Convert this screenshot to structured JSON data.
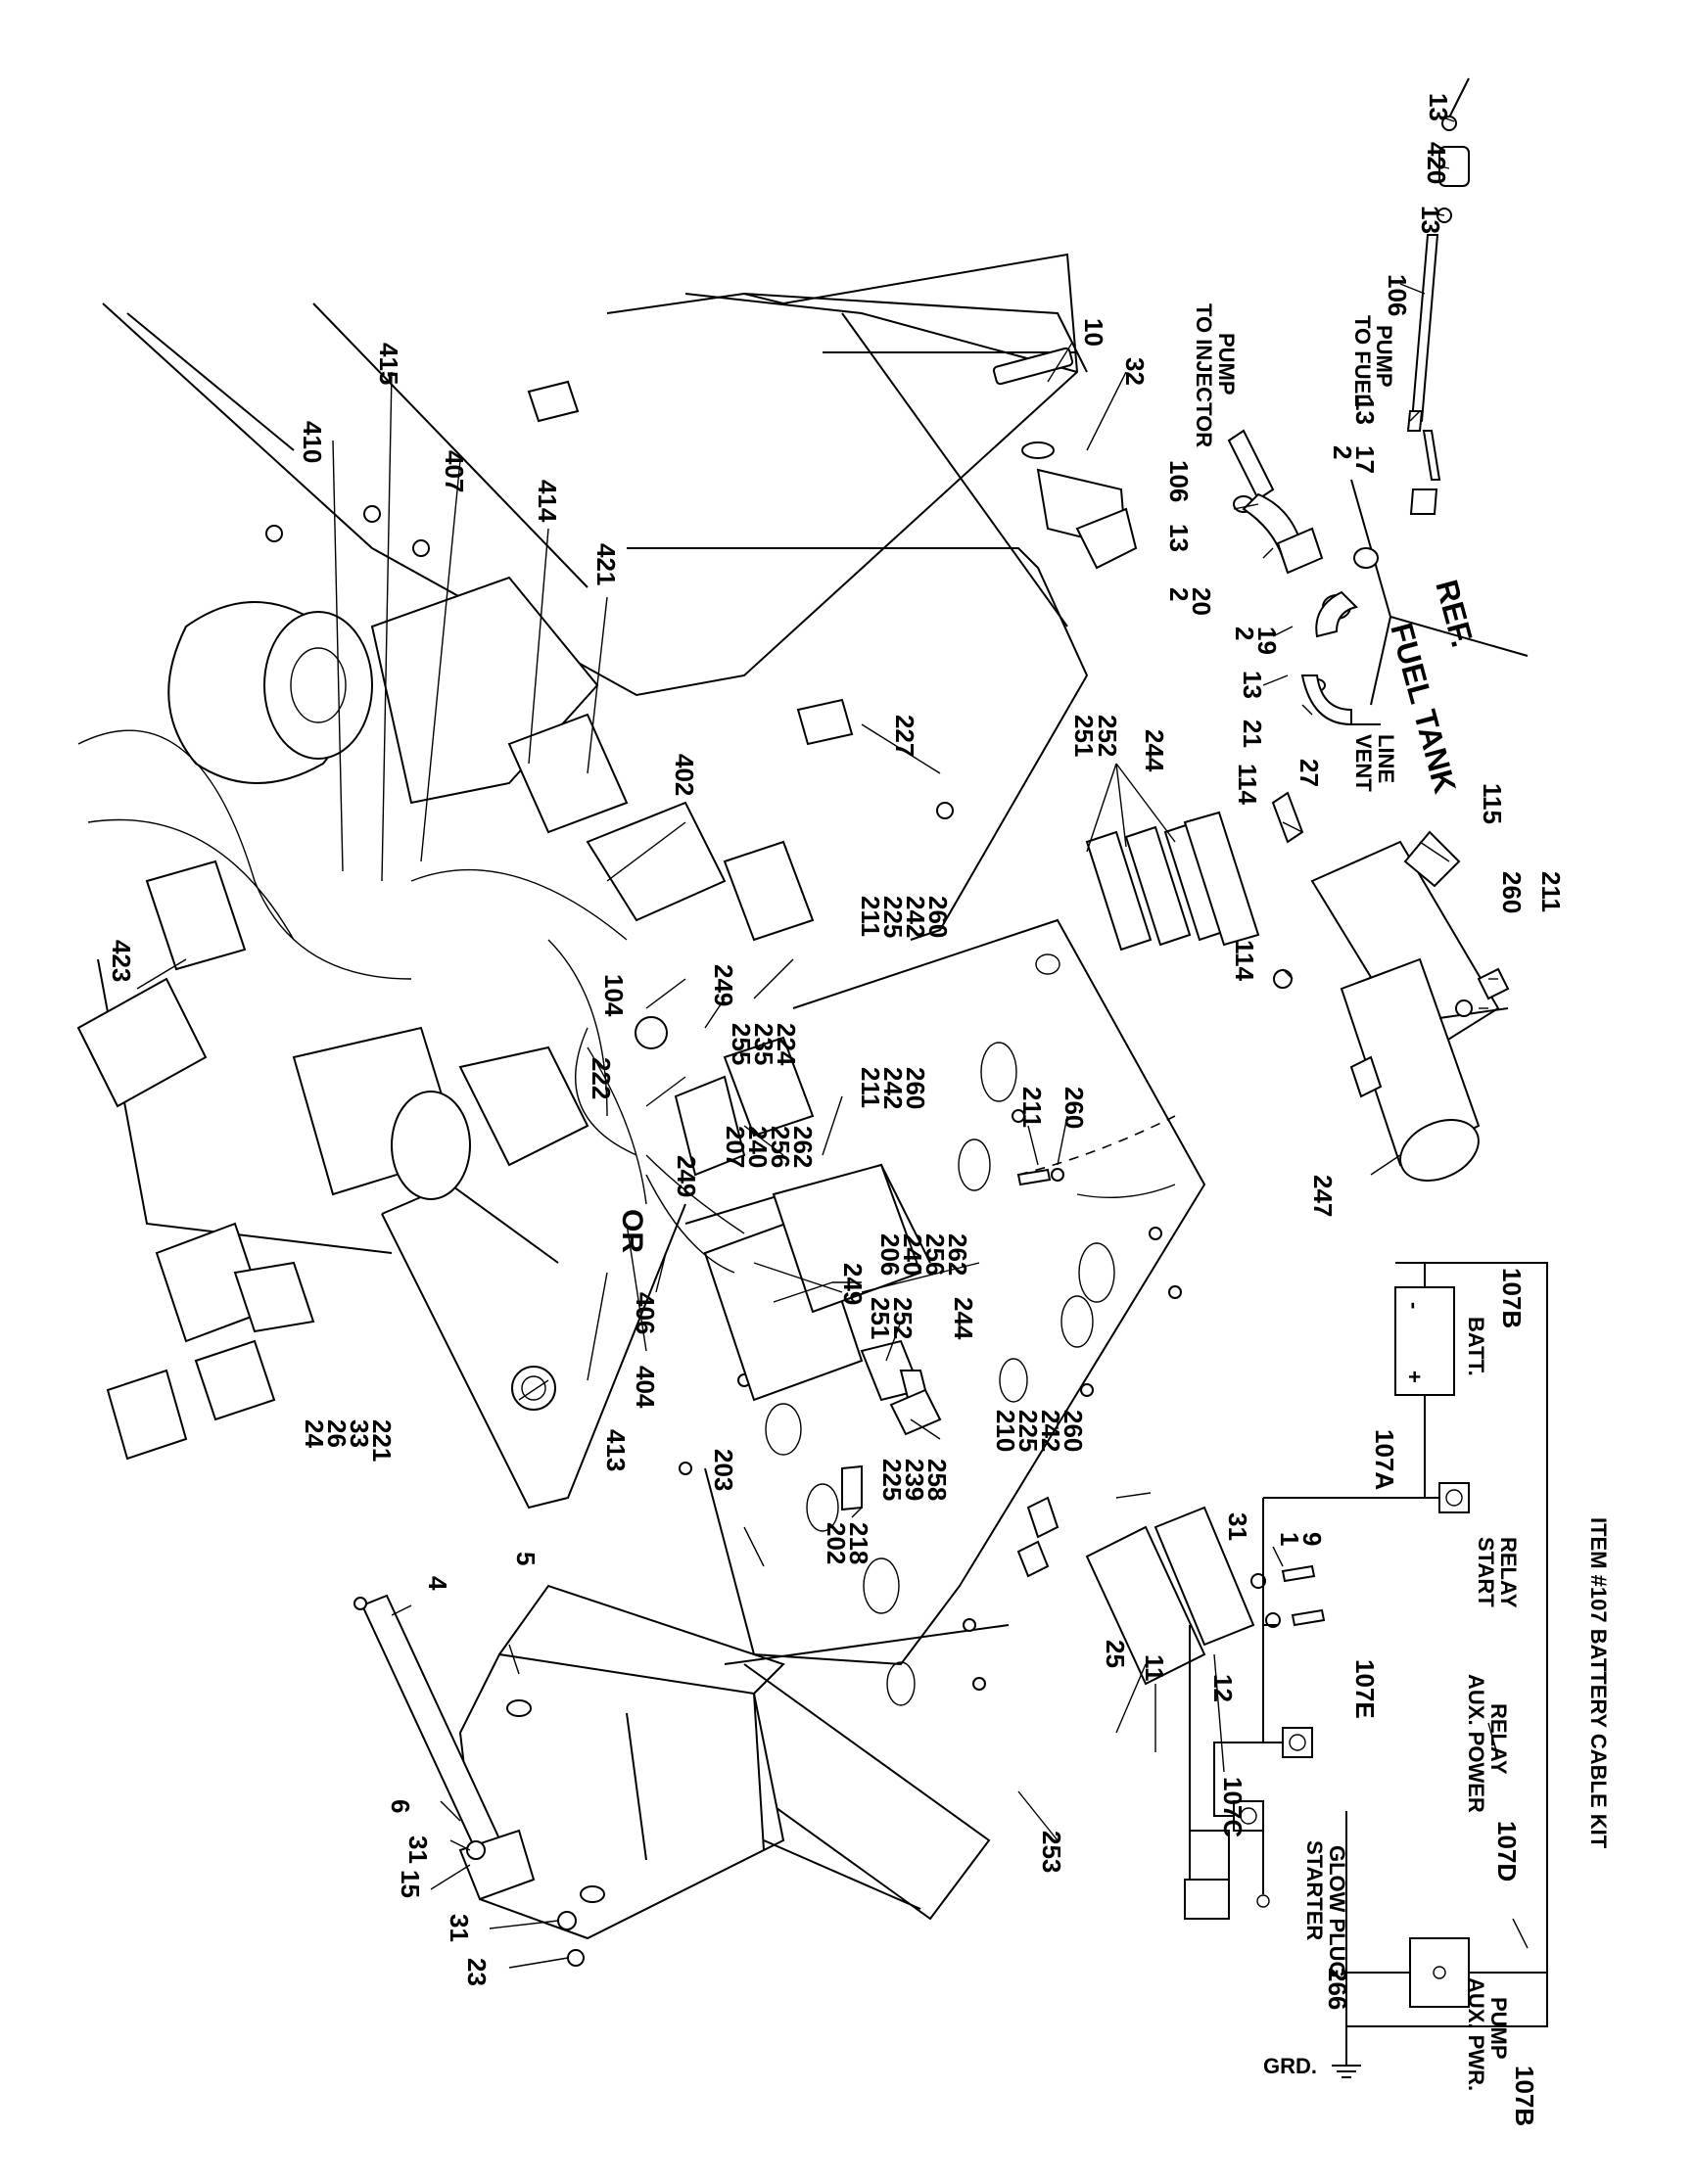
{
  "callouts": {
    "c13a": "13",
    "c420": "420",
    "c13b": "13",
    "c106a": "106",
    "c10": "10",
    "c32": "32",
    "c2a": "2",
    "c17": "17",
    "c13c": "13",
    "c106b": "106",
    "c13d": "13",
    "c2b": "2",
    "c20": "20",
    "c2c": "2",
    "c19": "19",
    "c13e": "13",
    "c21": "21",
    "c27": "27",
    "c410": "410",
    "c415": "415",
    "c407": "407",
    "c414": "414",
    "c421": "421",
    "c402": "402",
    "c423": "423",
    "c227": "227",
    "c251a": "251",
    "c252a": "252",
    "c244a": "244",
    "c114a": "114",
    "c115": "115",
    "c114b": "114",
    "c260a": "260",
    "c211a": "211",
    "c247": "247",
    "c104": "104",
    "c249a": "249",
    "c211b": "211",
    "c225a": "225",
    "c242a": "242",
    "c260b": "260",
    "c255": "255",
    "c235": "235",
    "c224": "224",
    "c222": "222",
    "c207": "207",
    "c240a": "240",
    "c256a": "256",
    "c262a": "262",
    "c211c": "211",
    "c242b": "242",
    "c260c": "260",
    "c211d": "211",
    "c260d": "260",
    "c249b": "249",
    "c206": "206",
    "c240b": "240",
    "c256b": "256",
    "c262b": "262",
    "c249c": "249",
    "c251b": "251",
    "c252b": "252",
    "c244b": "244",
    "c406": "406",
    "c404": "404",
    "c413": "413",
    "c24": "24",
    "c26": "26",
    "c33": "33",
    "c221": "221",
    "c203": "203",
    "c202": "202",
    "c218": "218",
    "c225b": "225",
    "c239": "239",
    "c258": "258",
    "c210": "210",
    "c225c": "225",
    "c242c": "242",
    "c260e": "260",
    "c31a": "31",
    "c1": "1",
    "c9": "9",
    "c25": "25",
    "c11": "11",
    "c12": "12",
    "c5": "5",
    "c4": "4",
    "c6": "6",
    "c31b": "31",
    "c15": "15",
    "c31c": "31",
    "c23": "23",
    "c253": "253",
    "c107A": "107A",
    "c107B_top": "107B",
    "c107E": "107E",
    "c107C": "107C",
    "c107D": "107D",
    "c107B_bottom": "107B",
    "c266": "266"
  },
  "text_labels": {
    "to_injector_1": "TO INJECTOR",
    "to_injector_2": "PUMP",
    "to_fuel_1": "TO FUEL",
    "to_fuel_2": "PUMP",
    "fuel_tank_1": "FUEL TANK",
    "fuel_tank_2": "REF.",
    "vent_1": "VENT",
    "vent_2": "LINE",
    "or": "OR",
    "batt": "BATT.",
    "start_relay_1": "START",
    "start_relay_2": "RELAY",
    "aux_power_1": "AUX. POWER",
    "aux_power_2": "RELAY",
    "starter": "STARTER",
    "glow_plug": "GLOW PLUG",
    "aux_pwr_pump_1": "AUX. PWR.",
    "aux_pwr_pump_2": "PUMP",
    "grd": "GRD.",
    "kit_title": "ITEM #107 BATTERY CABLE KIT",
    "batt_plus": "+",
    "batt_minus": "-"
  }
}
